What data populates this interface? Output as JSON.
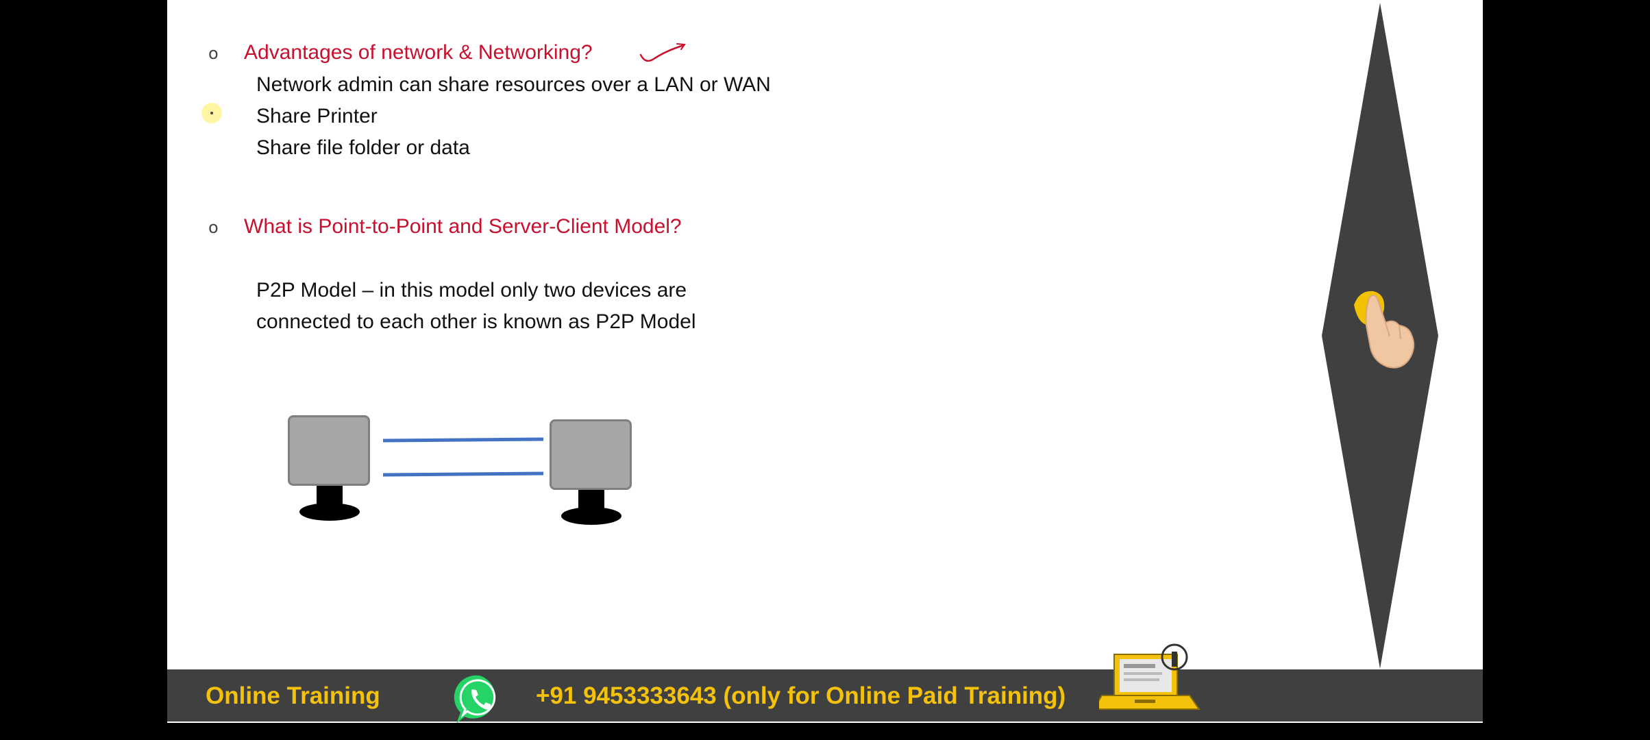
{
  "slide": {
    "section1": {
      "heading": "Advantages of network & Networking?",
      "lines": [
        "Network admin can share resources   over a LAN or WAN",
        "Share Printer",
        "Share file folder or data"
      ]
    },
    "section2": {
      "heading": "What is Point-to-Point and Server-Client Model?",
      "lines": [
        "P2P Model –  in this model only two devices are",
        "connected to each other is known as P2P Model"
      ]
    },
    "bullet_glyph": "o",
    "diagram": {
      "devices": [
        "monitor-icon",
        "monitor-icon"
      ],
      "link_color": "#4472c4",
      "link_lines": 2
    }
  },
  "footer": {
    "left_label": "Online Training",
    "phone_text": "+91 9453333643 (only for Online Paid Training)",
    "icons": [
      "whatsapp-icon",
      "laptop-icon"
    ],
    "bar_color": "#404040",
    "text_color": "#f4c20d"
  },
  "decor": {
    "side_shape": "diamond",
    "side_shape_color": "#404040",
    "pointer_icon": "hand-pointer-icon",
    "pen_mark": "checkmark-annotation",
    "accent_color": "#c8102e"
  }
}
